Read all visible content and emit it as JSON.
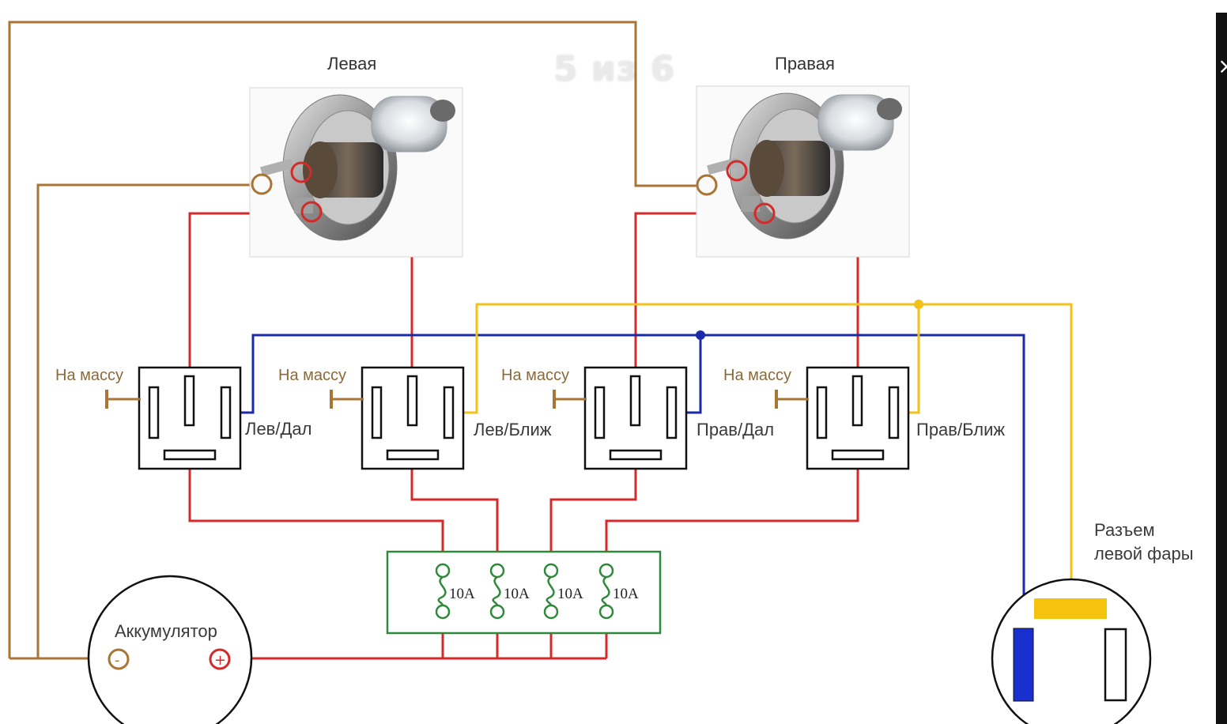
{
  "viewer": {
    "counter": "5 из 6",
    "close_glyph": "×",
    "close_icon": "close-icon"
  },
  "lamps": {
    "left": "Левая",
    "right": "Правая"
  },
  "relays": [
    {
      "ground": "На массу",
      "name": "Лев/Дал"
    },
    {
      "ground": "На массу",
      "name": "Лев/Ближ"
    },
    {
      "ground": "На массу",
      "name": "Прав/Дал"
    },
    {
      "ground": "На массу",
      "name": "Прав/Ближ"
    }
  ],
  "fuses": [
    "10A",
    "10A",
    "10A",
    "10A"
  ],
  "battery": {
    "label": "Аккумулятор",
    "minus": "-",
    "plus": "+"
  },
  "connector": {
    "line1": "Разъем",
    "line2": "левой фары"
  },
  "colors": {
    "power": "#d42a2a",
    "ground": "#a87534",
    "high_beam": "#1a2aa8",
    "low_beam": "#f2c21a",
    "fuse_box": "#2e8a3a"
  }
}
